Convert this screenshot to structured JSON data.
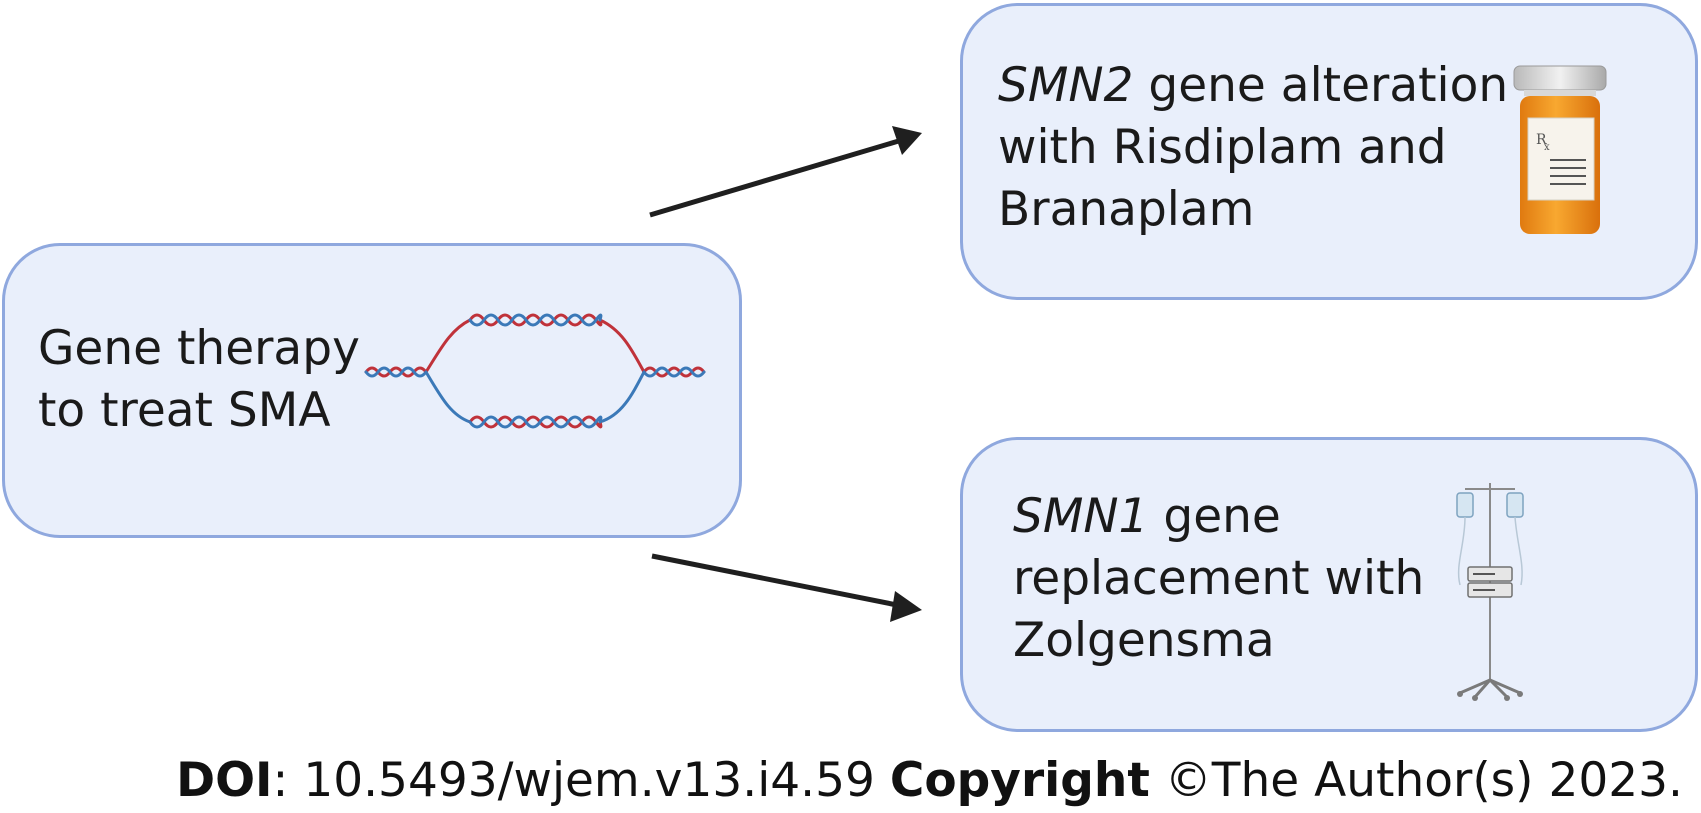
{
  "nodes": {
    "center": {
      "line1": "Gene therapy",
      "line2": "to treat SMA",
      "icon": "dna-icon"
    },
    "top": {
      "gene": "SMN2",
      "line1_rest": " gene alteration",
      "line2": "with Risdiplam and",
      "line3": "Branaplam",
      "icon": "pill-bottle-icon"
    },
    "bottom": {
      "gene": "SMN1",
      "line1_rest": " gene",
      "line2": "replacement with",
      "line3": "Zolgensma",
      "icon": "iv-drip-stand-icon"
    }
  },
  "colors": {
    "box_fill": "#e9effb",
    "box_border": "#8fa8de",
    "arrow": "#1f1f1f",
    "dna_red": "#c0323a",
    "dna_blue": "#3b79b8",
    "pill_orange": "#f29a1e"
  },
  "footer": {
    "doi_label": "DOI",
    "doi_sep": ": ",
    "doi_value": "10.5493/wjem.v13.i4.59",
    "copyright_label": "Copyright",
    "copyright_text": " ©The Author(s) 2023."
  }
}
